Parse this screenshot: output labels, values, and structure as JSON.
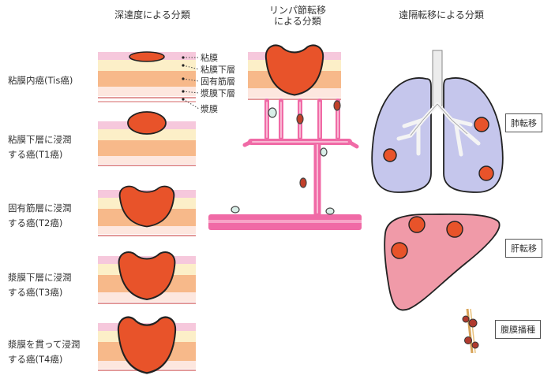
{
  "headers": {
    "depth": "深達度による分類",
    "lymph_line1": "リンパ節転移",
    "lymph_line2": "による分類",
    "distant": "遠隔転移による分類"
  },
  "stages": [
    {
      "line1": "粘膜内癌(Tis癌)",
      "line2": ""
    },
    {
      "line1": "粘膜下層に浸潤",
      "line2": "する癌(T1癌)"
    },
    {
      "line1": "固有筋層に浸潤",
      "line2": "する癌(T2癌)"
    },
    {
      "line1": "漿膜下層に浸潤",
      "line2": "する癌(T3癌)"
    },
    {
      "line1": "漿膜を貫って浸潤",
      "line2": "する癌(T4癌)"
    }
  ],
  "layers": [
    "粘膜",
    "粘膜下層",
    "固有筋層",
    "漿膜下層",
    "漿膜"
  ],
  "metastasis": {
    "lung": "肺転移",
    "liver": "肝転移",
    "peritoneal": "腹膜播種"
  },
  "colors": {
    "mucosa": "#f6c8dc",
    "submucosa": "#fcefc8",
    "muscularis": "#f7b98a",
    "subserosa": "#fde7df",
    "tumor": "#e8532a",
    "vessel": "#f06aa6",
    "lung": "#c5c6ec",
    "liver": "#f09aa8"
  }
}
